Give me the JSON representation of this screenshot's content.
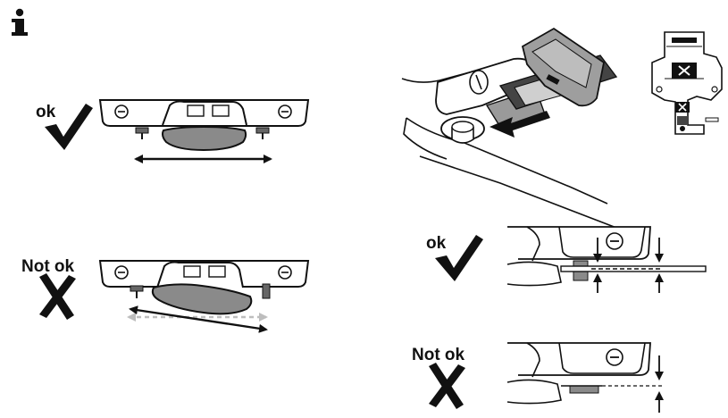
{
  "info_icon": "info-icon",
  "panels": {
    "bar_center_ok": {
      "verdict_label": "ok",
      "verdict_icon": "checkmark-icon"
    },
    "bar_center_not_ok": {
      "verdict_label": "Not ok",
      "verdict_icon": "cross-icon"
    },
    "gauge_ok": {
      "verdict_label": "ok",
      "verdict_icon": "checkmark-icon"
    },
    "gauge_not_ok": {
      "verdict_label": "Not ok",
      "verdict_icon": "cross-icon"
    }
  },
  "colors": {
    "ink": "#111111",
    "bar_gray": "#8a8a8a",
    "light_gray": "#c8c8c8",
    "paper": "#ffffff"
  }
}
